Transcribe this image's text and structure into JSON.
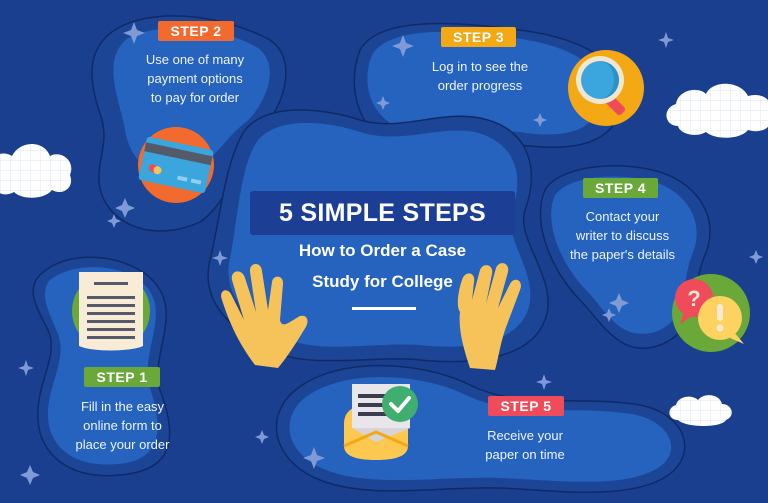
{
  "colors": {
    "background": "#1a3f8f",
    "blob": "#2563be",
    "step1": "#6aa83a",
    "step2": "#f26a2e",
    "step3": "#f3a814",
    "step4": "#6aa83a",
    "step5": "#f04b5a",
    "hands": "#f6c35a"
  },
  "header": {
    "title": "5 SIMPLE STEPS",
    "subtitle_line1": "How to Order  a Case",
    "subtitle_line2": "Study for College"
  },
  "steps": [
    {
      "label": "STEP 1",
      "lines": [
        "Fill in the easy",
        "online form to",
        "place your order"
      ],
      "icon": "document-icon"
    },
    {
      "label": "STEP 2",
      "lines": [
        "Use one of many",
        "payment options",
        "to pay for order"
      ],
      "icon": "credit-card-icon"
    },
    {
      "label": "STEP 3",
      "lines": [
        "Log in to see the",
        "order progress"
      ],
      "icon": "magnifier-icon"
    },
    {
      "label": "STEP 4",
      "lines": [
        "Contact your",
        "writer to discuss",
        "the paper's details"
      ],
      "icon": "question-exclamation-icon"
    },
    {
      "label": "STEP 5",
      "lines": [
        "Receive your",
        "paper on time"
      ],
      "icon": "envelope-check-icon"
    }
  ]
}
